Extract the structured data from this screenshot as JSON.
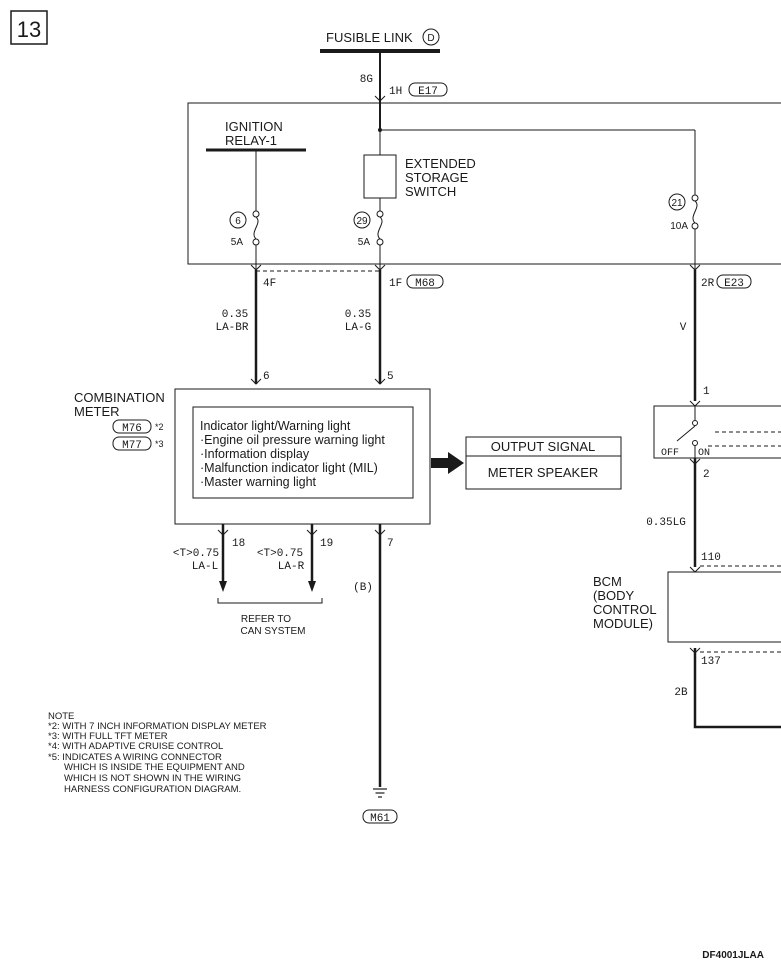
{
  "page_number": "13",
  "fusible_link": {
    "label": "FUSIBLE LINK",
    "letter": "D"
  },
  "wire_8g": "8G",
  "conn_top": {
    "pin": "1H",
    "name": "E17"
  },
  "ignition_relay": {
    "line1": "IGNITION",
    "line2": "RELAY-1"
  },
  "storage_switch": {
    "line1": "EXTENDED",
    "line2": "STORAGE",
    "line3": "SWITCH"
  },
  "fuses": [
    {
      "number": "6",
      "rating": "5A"
    },
    {
      "number": "29",
      "rating": "5A"
    },
    {
      "number": "21",
      "rating": "10A"
    }
  ],
  "conn_4f": "4F",
  "conn_1f": {
    "pin": "1F",
    "name": "M68"
  },
  "conn_2r": {
    "pin": "2R",
    "name": "E23"
  },
  "wire_left": {
    "size": "0.35",
    "color": "LA-BR"
  },
  "wire_mid": {
    "size": "0.35",
    "color": "LA-G"
  },
  "wire_v": "V",
  "meter_pin_6": "6",
  "meter_pin_5": "5",
  "combination_meter": {
    "line1": "COMBINATION",
    "line2": "METER",
    "conn1": "M76",
    "note1": "*2",
    "conn2": "M77",
    "note2": "*3"
  },
  "indicator_box": {
    "title": "Indicator light/Warning light",
    "items": [
      "·Engine oil pressure warning light",
      "·Information display",
      "·Malfunction indicator light (MIL)",
      "·Master warning light"
    ]
  },
  "output": {
    "header": "OUTPUT SIGNAL",
    "value": "METER SPEAKER"
  },
  "switch_pin_1": "1",
  "switch_pin_2": "2",
  "switch_off": "OFF",
  "switch_on": "ON",
  "wire_bcm": "0.35LG",
  "bcm_pin_110": "110",
  "bcm": {
    "line1": "BCM",
    "line2": "(BODY",
    "line3": "CONTROL",
    "line4": "MODULE)"
  },
  "bcm_pin_137": "137",
  "wire_2b": "2B",
  "can_pins": [
    {
      "pin": "18",
      "spec": "<T>0.75",
      "color": "LA-L"
    },
    {
      "pin": "19",
      "spec": "<T>0.75",
      "color": "LA-R"
    }
  ],
  "meter_pin_7": "7",
  "wire_b": "(B)",
  "refer": {
    "line1": "REFER TO",
    "line2": "CAN SYSTEM"
  },
  "ground": "M61",
  "notes": [
    "NOTE",
    "*2: WITH 7 INCH INFORMATION DISPLAY METER",
    "*3: WITH FULL TFT METER",
    "*4: WITH ADAPTIVE CRUISE CONTROL",
    "*5: INDICATES A WIRING CONNECTOR",
    "WHICH IS INSIDE THE EQUIPMENT AND",
    "WHICH IS NOT SHOWN IN THE WIRING",
    "HARNESS CONFIGURATION DIAGRAM."
  ],
  "figure_code": "DF4001JLAA"
}
